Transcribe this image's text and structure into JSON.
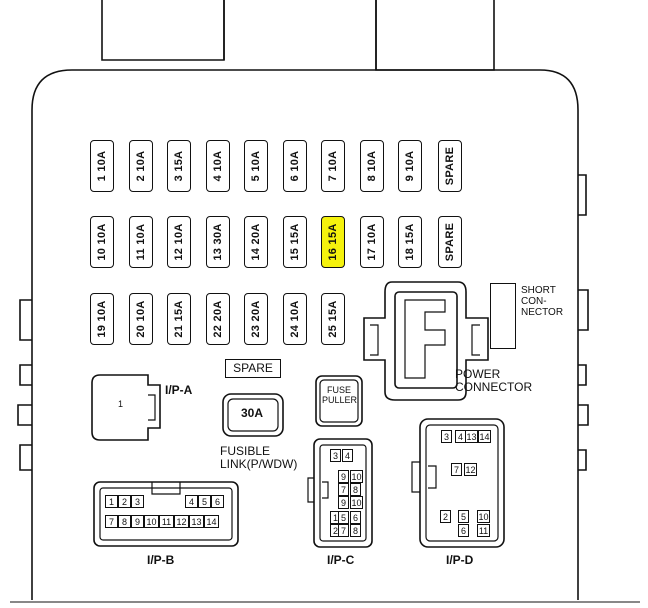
{
  "fuses_row1": [
    {
      "num": "1",
      "amp": "10A"
    },
    {
      "num": "2",
      "amp": "10A"
    },
    {
      "num": "3",
      "amp": "15A"
    },
    {
      "num": "4",
      "amp": "10A"
    },
    {
      "num": "5",
      "amp": "10A"
    },
    {
      "num": "6",
      "amp": "10A"
    },
    {
      "num": "7",
      "amp": "10A"
    },
    {
      "num": "8",
      "amp": "10A"
    },
    {
      "num": "9",
      "amp": "10A"
    }
  ],
  "fuses_row2": [
    {
      "num": "10",
      "amp": "10A"
    },
    {
      "num": "11",
      "amp": "10A"
    },
    {
      "num": "12",
      "amp": "10A"
    },
    {
      "num": "13",
      "amp": "30A"
    },
    {
      "num": "14",
      "amp": "20A"
    },
    {
      "num": "15",
      "amp": "15A"
    },
    {
      "num": "16",
      "amp": "15A",
      "highlight": true
    },
    {
      "num": "17",
      "amp": "10A"
    },
    {
      "num": "18",
      "amp": "15A"
    }
  ],
  "fuses_row3": [
    {
      "num": "19",
      "amp": "10A"
    },
    {
      "num": "20",
      "amp": "10A"
    },
    {
      "num": "21",
      "amp": "15A"
    },
    {
      "num": "22",
      "amp": "20A"
    },
    {
      "num": "23",
      "amp": "20A"
    },
    {
      "num": "24",
      "amp": "10A"
    },
    {
      "num": "25",
      "amp": "15A"
    }
  ],
  "spare_label": "SPARE",
  "short_connector_lines": [
    "SHORT",
    "CON-",
    "NECTOR"
  ],
  "power_connector_lines": [
    "POWER",
    "CONNECTOR"
  ],
  "fuse_puller_lines": [
    "FUSE",
    "PULLER"
  ],
  "fusible_link": {
    "value": "30A",
    "lines": [
      "FUSIBLE",
      "LINK(P/WDW)"
    ]
  },
  "ipa": {
    "label": "I/P-A",
    "pin": "1"
  },
  "ipb": {
    "label": "I/P-B",
    "top_pins": [
      "1",
      "2",
      "3",
      "4",
      "5",
      "6"
    ],
    "bottom_pins": [
      "7",
      "8",
      "9",
      "10",
      "11",
      "12",
      "13",
      "14"
    ]
  },
  "ipc": {
    "label": "I/P-C",
    "pins": [
      "3",
      "4",
      "9",
      "10",
      "7",
      "8",
      "9",
      "10",
      "1",
      "2",
      "5",
      "6",
      "7",
      "8"
    ]
  },
  "ipd": {
    "label": "I/P-D",
    "pins": [
      "3",
      "4",
      "13",
      "14",
      "7",
      "12",
      "2",
      "5",
      "6",
      "10",
      "11"
    ]
  },
  "colors": {
    "highlight": "#f5f20d",
    "line": "#111111",
    "background": "#ffffff"
  }
}
